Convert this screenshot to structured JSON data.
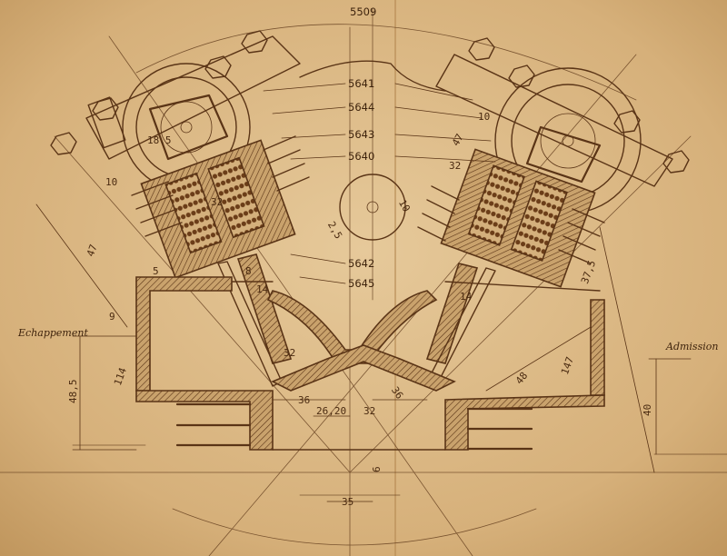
{
  "colors": {
    "paper": "#d9b886",
    "paper_dark": "#c49a62",
    "ink": "#5a3416"
  },
  "part_numbers": {
    "top": "5509",
    "p5641": "5641",
    "p5644": "5644",
    "p5643": "5643",
    "p5640": "5640",
    "p5642": "5642",
    "p5645": "5645"
  },
  "side_labels": {
    "exhaust": "Echappement",
    "intake": "Admission"
  },
  "dimensions": {
    "d47_left": "47",
    "d47_right": "47",
    "d9": "9",
    "d114": "114",
    "d48_5": "48,5",
    "d40": "40",
    "d48": "48",
    "d147": "147",
    "d36_a": "36",
    "d36_b": "36",
    "d26_20": "26,20",
    "d32_a": "32",
    "d32_b": "32",
    "d32_c": "32",
    "d32_d": "32",
    "d14_a": "14",
    "d14_b": "14",
    "d8": "8",
    "d10_a": "10",
    "d10_b": "10",
    "d10_c": "10",
    "d6": "6",
    "d35": "35",
    "d18_5": "18.5",
    "d37_5": "37,5",
    "d5": "5",
    "d2_5": "2,5"
  }
}
